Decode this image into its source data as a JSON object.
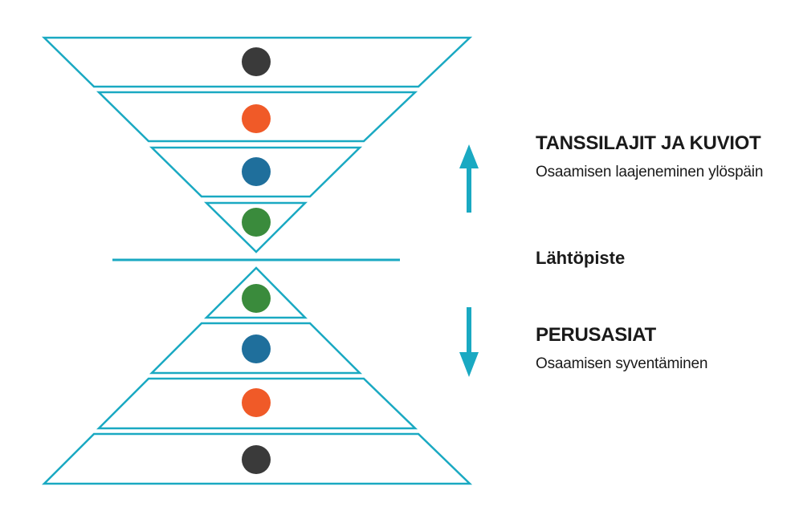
{
  "colors": {
    "outline": "#1aa9c2",
    "arrow": "#1aa9c2",
    "divider": "#1aa9c2",
    "dots": {
      "dark": "#3a3a3a",
      "orange": "#f05a28",
      "blue": "#1f6f9c",
      "green": "#3a8b3c"
    }
  },
  "upper_funnel": {
    "levels": [
      {
        "dot": "dark"
      },
      {
        "dot": "orange"
      },
      {
        "dot": "blue"
      },
      {
        "dot": "green"
      }
    ]
  },
  "lower_pyramid": {
    "levels": [
      {
        "dot": "green"
      },
      {
        "dot": "blue"
      },
      {
        "dot": "orange"
      },
      {
        "dot": "dark"
      }
    ]
  },
  "labels": {
    "top_heading": "TANSSILAJIT JA KUVIOT",
    "top_sub": "Osaamisen laajeneminen ylöspäin",
    "middle": "Lähtöpiste",
    "bottom_heading": "PERUSASIAT",
    "bottom_sub": "Osaamisen syventäminen"
  },
  "icons": {
    "up": "arrow-up-icon",
    "down": "arrow-down-icon"
  }
}
